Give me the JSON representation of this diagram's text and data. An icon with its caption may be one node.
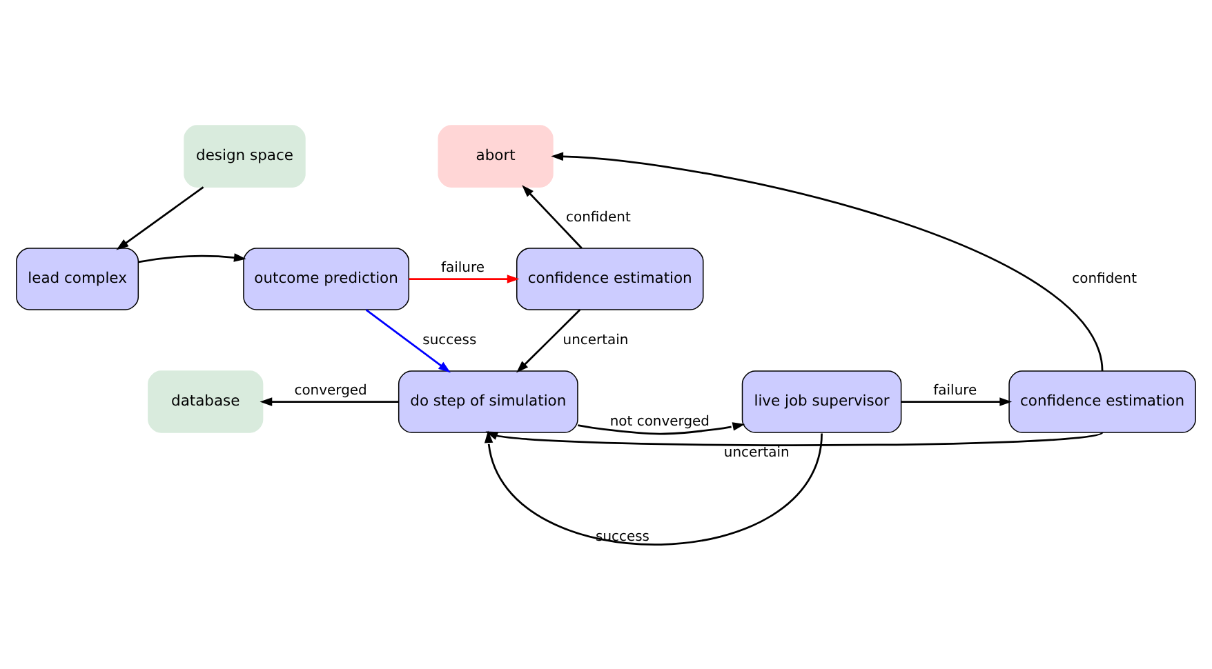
{
  "diagram": {
    "nodes": [
      {
        "text": [
          "design space"
        ]
      },
      {
        "text": [
          "lead complex"
        ]
      },
      {
        "text": [
          "outcome prediction"
        ]
      },
      {
        "text": [
          "confidence estimation"
        ]
      },
      {
        "text": [
          "abort"
        ]
      },
      {
        "text": [
          "database"
        ]
      },
      {
        "text": [
          "do step of simulation"
        ]
      },
      {
        "text": [
          "live job supervisor"
        ]
      },
      {
        "text": [
          "confidence estimation"
        ]
      }
    ],
    "edges": [
      {
        "from": 0,
        "to": 1,
        "arrow": "to"
      },
      {
        "from": 1,
        "to": 2,
        "arrow": "to"
      },
      {
        "from": 2,
        "to": 3,
        "arrow": "to",
        "label": "failure",
        "color": "#ff0000"
      },
      {
        "from": 3,
        "to": 4,
        "arrow": "to",
        "label": "confident"
      },
      {
        "from": 2,
        "to": 6,
        "arrow": "to",
        "label": "success",
        "color": "#0000ff"
      },
      {
        "from": 3,
        "to": 6,
        "arrow": "to",
        "label": "uncertain"
      },
      {
        "from": 6,
        "to": 5,
        "arrow": "to",
        "label": "converged"
      },
      {
        "from": 6,
        "to": 7,
        "arrow": "to",
        "label": "not converged"
      },
      {
        "from": 7,
        "to": 8,
        "arrow": "to",
        "label": "failure"
      },
      {
        "from": 8,
        "to": 4,
        "arrow": "to",
        "label": "confident"
      },
      {
        "from": 7,
        "to": 6,
        "arrow": "to",
        "label": "success"
      },
      {
        "from": 8,
        "to": 6,
        "arrow": "to",
        "label": "uncertain"
      }
    ]
  }
}
